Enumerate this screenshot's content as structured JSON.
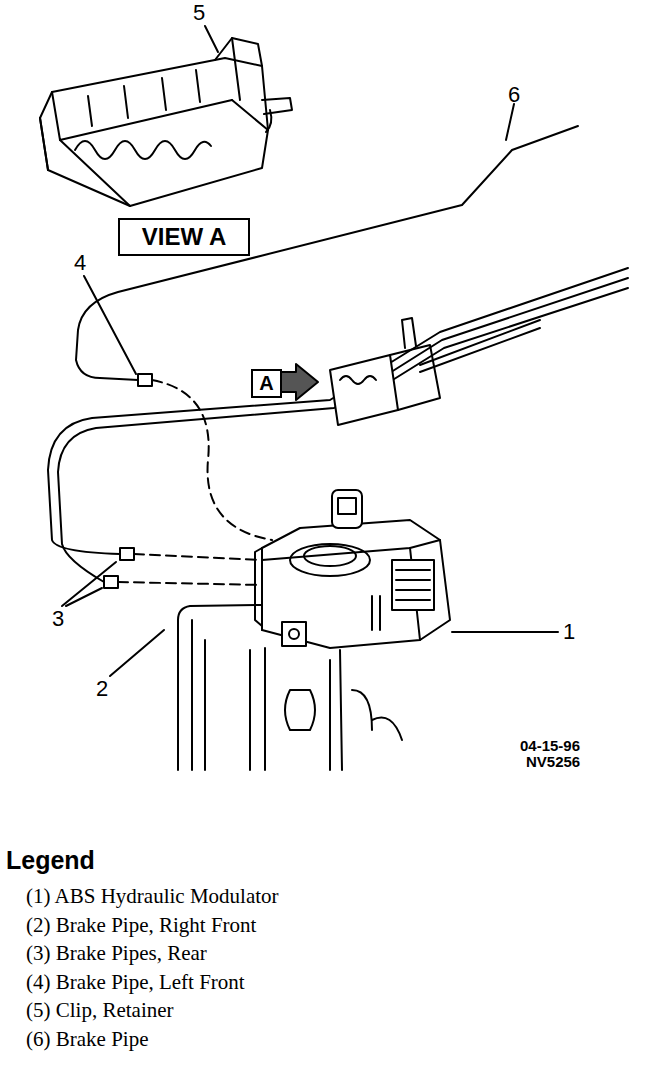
{
  "diagram": {
    "nodes": [
      {
        "text": [
          "VIEW A"
        ]
      },
      {
        "text": [
          "A"
        ]
      }
    ],
    "edges": [],
    "labels": [
      "5",
      "6",
      "4",
      "3",
      "2",
      "1",
      "04-15-96",
      "NV5256",
      "Legend"
    ],
    "legend": [
      {
        "text": "(1) ABS Hydraulic Modulator"
      },
      {
        "text": "(2) Brake Pipe, Right Front"
      },
      {
        "text": "(3) Brake Pipes, Rear"
      },
      {
        "text": "(4) Brake Pipe, Left Front"
      },
      {
        "text": "(5) Clip, Retainer"
      },
      {
        "text": "(6) Brake Pipe"
      }
    ]
  }
}
